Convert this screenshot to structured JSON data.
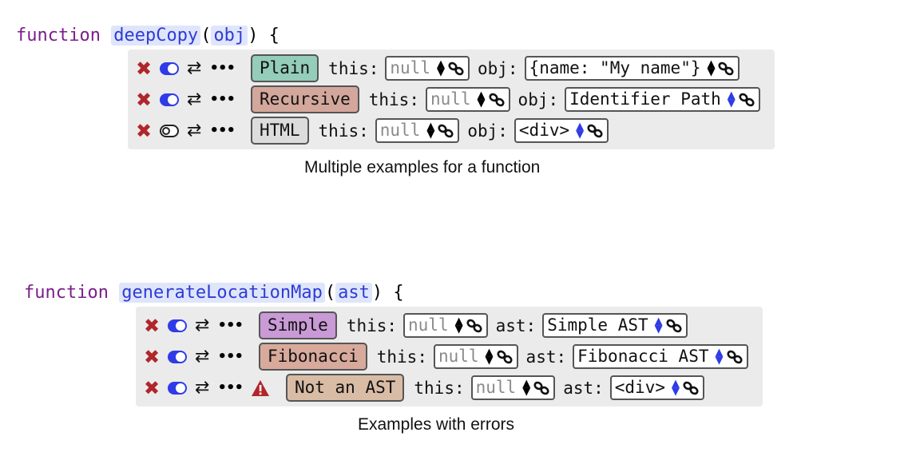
{
  "colors": {
    "keyword": "#7a1f8a",
    "identifier": "#2f3bd6",
    "identifier_bg": "#dfe6fb",
    "panel_bg": "#ebebeb",
    "delete": "#b0262b",
    "toggle_on": "#2f3be6"
  },
  "blocks": [
    {
      "keyword": "function",
      "name": "deepCopy",
      "open": "(",
      "param": "obj",
      "close": ") {",
      "caption": "Multiple examples for a function",
      "examples": [
        {
          "enabled": true,
          "warning": false,
          "name": "Plain",
          "color": "#94cdb9",
          "this_label": "this:",
          "this_value": "null",
          "arg_label": "obj:",
          "arg_value": "{name: \"My name\"}",
          "arg_spinner": "black"
        },
        {
          "enabled": true,
          "warning": false,
          "name": "Recursive",
          "color": "#d3a79b",
          "this_label": "this:",
          "this_value": "null",
          "arg_label": "obj:",
          "arg_value": "Identifier Path",
          "arg_spinner": "blue"
        },
        {
          "enabled": false,
          "warning": false,
          "name": "HTML",
          "color": "#dcdcdc",
          "this_label": "this:",
          "this_value": "null",
          "arg_label": "obj:",
          "arg_value": "<div>",
          "arg_spinner": "blue"
        }
      ]
    },
    {
      "keyword": "function",
      "name": "generateLocationMap",
      "open": "(",
      "param": "ast",
      "close": ") {",
      "caption": "Examples with errors",
      "examples": [
        {
          "enabled": true,
          "warning": false,
          "name": "Simple",
          "color": "#c99ad6",
          "this_label": "this:",
          "this_value": "null",
          "arg_label": "ast:",
          "arg_value": "Simple AST",
          "arg_spinner": "blue"
        },
        {
          "enabled": true,
          "warning": false,
          "name": "Fibonacci",
          "color": "#d8aa9c",
          "this_label": "this:",
          "this_value": "null",
          "arg_label": "ast:",
          "arg_value": "Fibonacci AST",
          "arg_spinner": "blue"
        },
        {
          "enabled": true,
          "warning": true,
          "name": "Not an AST",
          "color": "#d9bca5",
          "this_label": "this:",
          "this_value": "null",
          "arg_label": "ast:",
          "arg_value": "<div>",
          "arg_spinner": "blue"
        }
      ]
    }
  ],
  "icons": {
    "delete": "x-icon",
    "toggle": "toggle-icon",
    "swap": "swap-arrows-icon",
    "more": "ellipsis-icon",
    "warning": "warning-icon",
    "link": "link-icon",
    "spinner": "spinner-arrows-icon"
  }
}
